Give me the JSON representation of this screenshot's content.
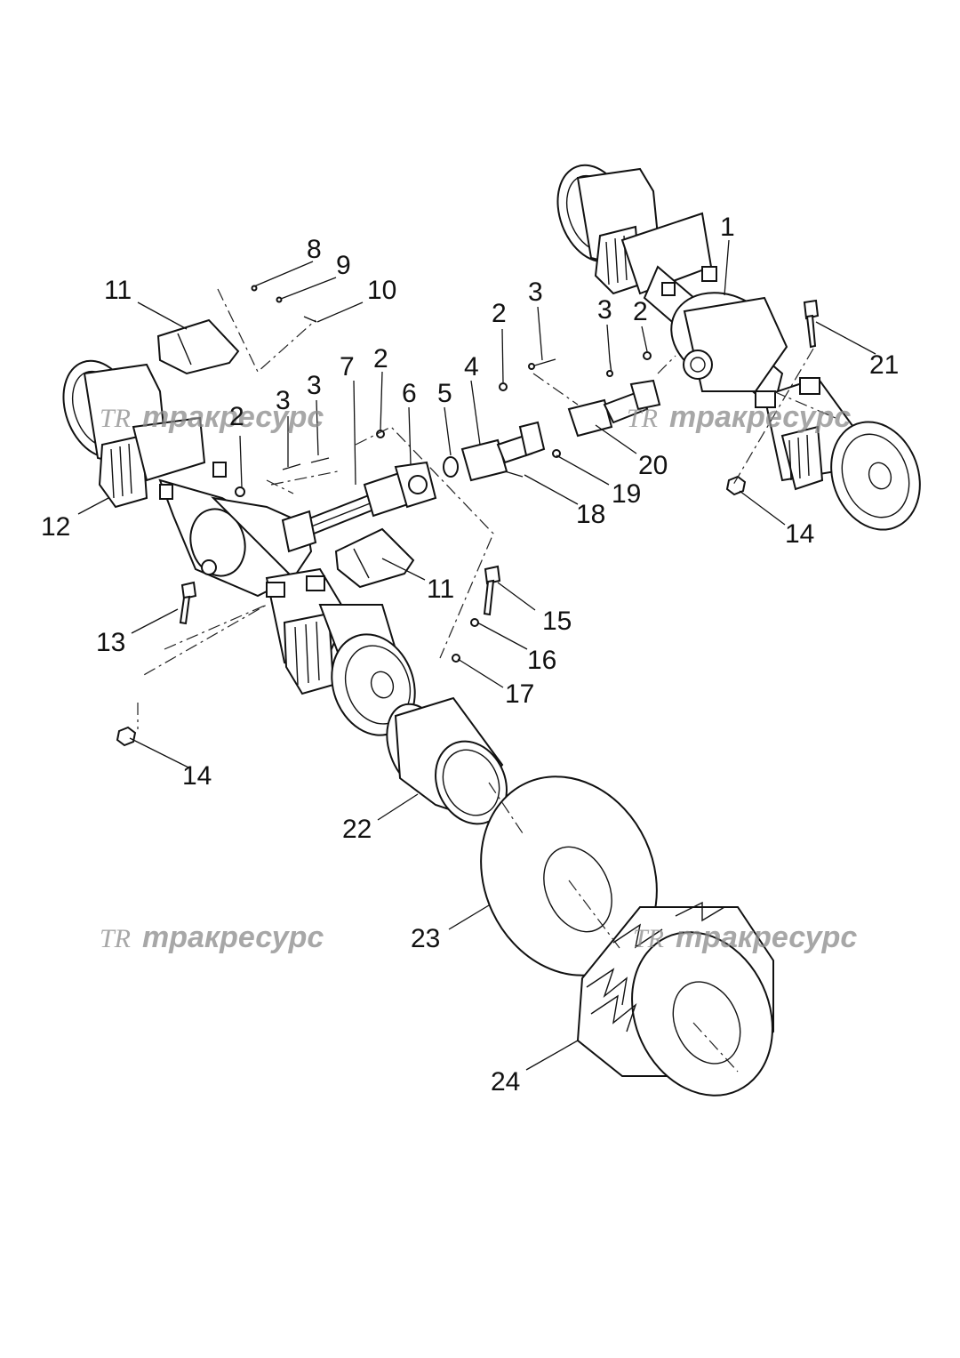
{
  "watermark": {
    "logo": "TR",
    "text": "тракресурс"
  },
  "callouts": [
    {
      "id": "1",
      "label": "1"
    },
    {
      "id": "2a",
      "label": "2"
    },
    {
      "id": "2b",
      "label": "2"
    },
    {
      "id": "2c",
      "label": "2"
    },
    {
      "id": "2d",
      "label": "2"
    },
    {
      "id": "3a",
      "label": "3"
    },
    {
      "id": "3b",
      "label": "3"
    },
    {
      "id": "3c",
      "label": "3"
    },
    {
      "id": "3d",
      "label": "3"
    },
    {
      "id": "4",
      "label": "4"
    },
    {
      "id": "5",
      "label": "5"
    },
    {
      "id": "6",
      "label": "6"
    },
    {
      "id": "7",
      "label": "7"
    },
    {
      "id": "8",
      "label": "8"
    },
    {
      "id": "9",
      "label": "9"
    },
    {
      "id": "10",
      "label": "10"
    },
    {
      "id": "11a",
      "label": "11"
    },
    {
      "id": "11b",
      "label": "11"
    },
    {
      "id": "12",
      "label": "12"
    },
    {
      "id": "13",
      "label": "13"
    },
    {
      "id": "14a",
      "label": "14"
    },
    {
      "id": "14b",
      "label": "14"
    },
    {
      "id": "15",
      "label": "15"
    },
    {
      "id": "16",
      "label": "16"
    },
    {
      "id": "17",
      "label": "17"
    },
    {
      "id": "18",
      "label": "18"
    },
    {
      "id": "19",
      "label": "19"
    },
    {
      "id": "20",
      "label": "20"
    },
    {
      "id": "21",
      "label": "21"
    },
    {
      "id": "22",
      "label": "22"
    },
    {
      "id": "23",
      "label": "23"
    },
    {
      "id": "24",
      "label": "24"
    }
  ]
}
